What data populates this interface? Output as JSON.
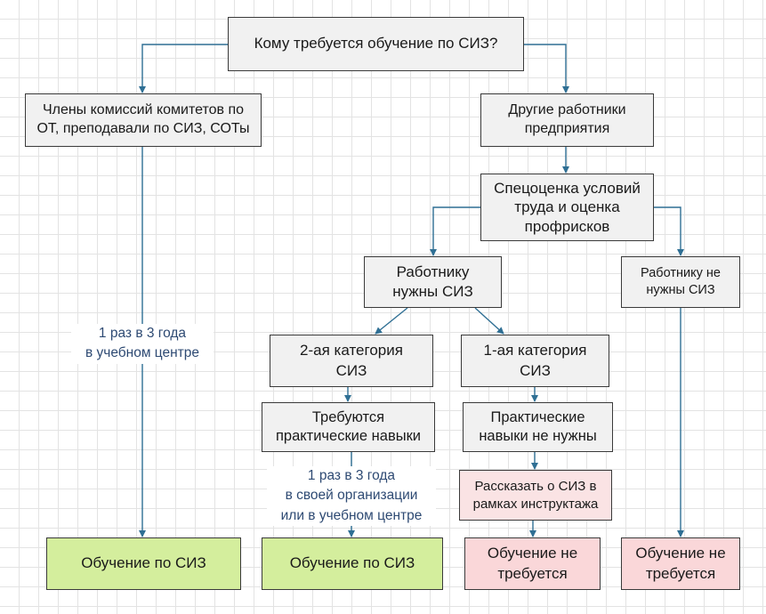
{
  "root": "Кому требуется обучение по СИЗ?",
  "left_branch": {
    "group": "Члены комиссий комитетов по\nОТ, преподавали по СИЗ, СОТы",
    "note": "1 раз в 3 года\nв учебном центре",
    "result": "Обучение по СИЗ"
  },
  "right_branch": {
    "group": "Другие работники\nпредприятия",
    "assessment": "Спецоценка условий\nтруда и оценка\nпрофрисков",
    "needs_ppe": "Работнику\nнужны СИЗ",
    "no_ppe": "Работнику не\nнужны СИЗ",
    "category2": "2-ая категория\nСИЗ",
    "category1": "1-ая категория\nСИЗ",
    "skills_required": "Требуются\nпрактические навыки",
    "skills_not_needed": "Практические\nнавыки не нужны",
    "briefing": "Рассказать о СИЗ в\nрамках инструктажа",
    "note2": "1 раз в 3 года\nв своей организации\nили в учебном центре",
    "result_training": "Обучение по СИЗ",
    "result_not_required_1": "Обучение не\nтребуется",
    "result_not_required_2": "Обучение не\nтребуется"
  },
  "colors": {
    "line": "#2f6f94",
    "box_fill": "#f1f1f1",
    "green_fill": "#d4ee9d",
    "pink_fill": "#fad7d9",
    "note_text": "#2e4a73"
  }
}
